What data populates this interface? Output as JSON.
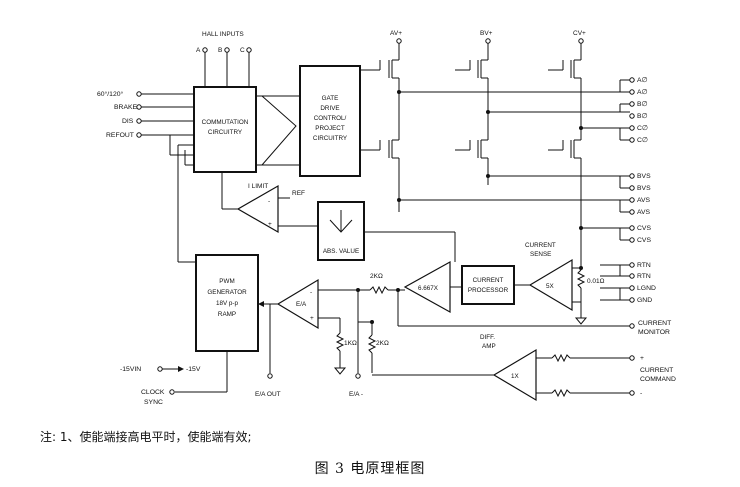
{
  "inputs": {
    "hall_title": "HALL INPUTS",
    "hall_a": "A",
    "hall_b": "B",
    "hall_c": "C",
    "sel_60_120": "60°/120°",
    "brake": "BRAKE",
    "dis": "DIS",
    "refout": "REFOUT",
    "supply_in": "-15VIN",
    "supply_out": "-15V",
    "clock_1": "CLOCK",
    "clock_2": "SYNC"
  },
  "blocks": {
    "commutation": [
      "COMMUTATION",
      "CIRCUITRY"
    ],
    "gate_drive": [
      "GATE",
      "DRIVE",
      "CONTROL/",
      "PROJECT",
      "CIRCUITRY"
    ],
    "pwm": [
      "PWM",
      "GENERATOR",
      "18V p-p",
      "RAMP"
    ],
    "abs_value": "ABS. VALUE",
    "current_processor": [
      "CURRENT",
      "PROCESSOR"
    ],
    "gain_6667": "6.667X",
    "ea": "E/A",
    "sense_5x": "5X",
    "diff_1x": "1X",
    "i_limit": "I LIMIT",
    "ref": "REF",
    "current_sense": [
      "CURRENT",
      "SENSE"
    ],
    "diff_amp": [
      "DIFF.",
      "AMP"
    ]
  },
  "supplies": {
    "av": "AV+",
    "bv": "BV+",
    "cv": "CV+"
  },
  "outputs": {
    "phase": [
      "A∅",
      "A∅",
      "B∅",
      "B∅",
      "C∅",
      "C∅"
    ],
    "sense": [
      "BVS",
      "BVS",
      "AVS",
      "AVS",
      "CVS",
      "CVS"
    ],
    "ground": [
      "RTN",
      "RTN",
      "LGND",
      "GND"
    ],
    "current_monitor": [
      "CURRENT",
      "MONITOR"
    ],
    "current_command": [
      "CURRENT",
      "COMMAND"
    ],
    "cmd_plus": "+",
    "cmd_minus": "-"
  },
  "components": {
    "r_2k_top": "2KΩ",
    "r_1k": "1KΩ",
    "r_2k_bottom": "2KΩ",
    "r_sense": "0.01Ω",
    "ea_out": "E/A OUT",
    "ea_minus": "E/A -",
    "ea_in_minus": "-",
    "ea_in_plus": "+",
    "ilim_minus": "-",
    "ilim_plus": "+"
  },
  "footnote": "注: 1、使能端接高电平时，使能端有效;",
  "caption": "图 3    电原理框图"
}
